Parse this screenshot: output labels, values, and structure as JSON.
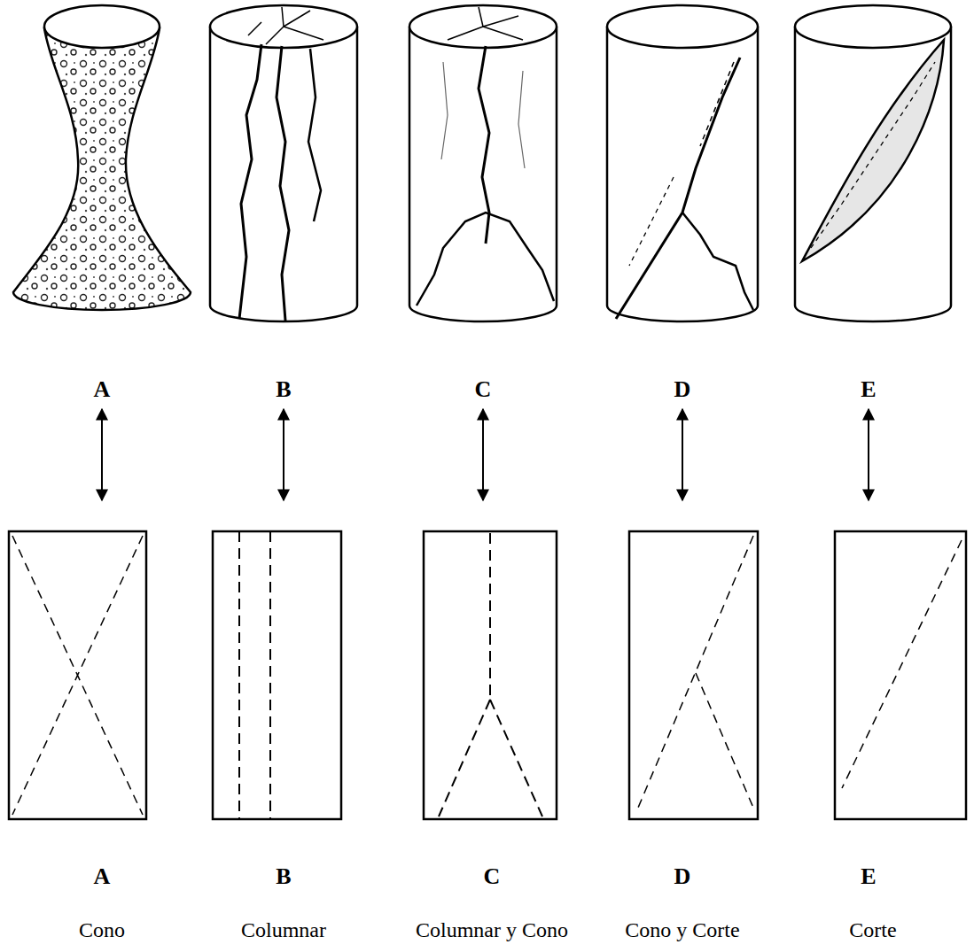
{
  "diagram": {
    "labels": [
      "A",
      "B",
      "C",
      "D",
      "E",
      "A",
      "B",
      "C",
      "D",
      "E",
      "Cono",
      "Columnar",
      "Columnar y Cono",
      "Cono y Corte",
      "Corte"
    ]
  }
}
